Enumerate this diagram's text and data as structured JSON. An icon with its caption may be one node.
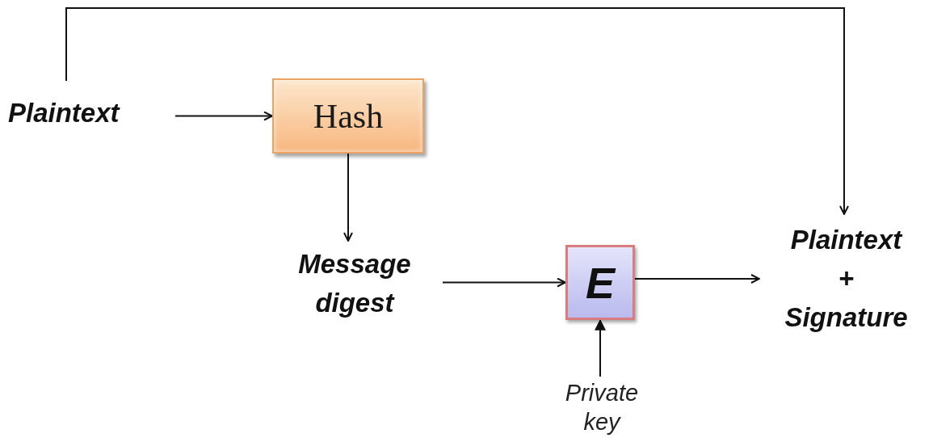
{
  "diagram": {
    "nodes": [
      {
        "text": [
          "Plaintext"
        ]
      },
      {
        "text": [
          "Hash"
        ]
      },
      {
        "text": [
          "Message digest"
        ]
      },
      {
        "text": [
          "E"
        ]
      },
      {
        "text": [
          "Plaintext + Signature"
        ]
      },
      {
        "text": [
          "Private key"
        ]
      }
    ],
    "edges": [
      {
        "from": 0,
        "to": 1,
        "arrow": "to"
      },
      {
        "from": 1,
        "to": 2,
        "arrow": "to"
      },
      {
        "from": 2,
        "to": 3,
        "arrow": "to"
      },
      {
        "from": 3,
        "to": 4,
        "arrow": "to"
      },
      {
        "from": 0,
        "to": 4,
        "arrow": "to"
      },
      {
        "from": 5,
        "to": 3,
        "arrow": "to"
      }
    ]
  }
}
